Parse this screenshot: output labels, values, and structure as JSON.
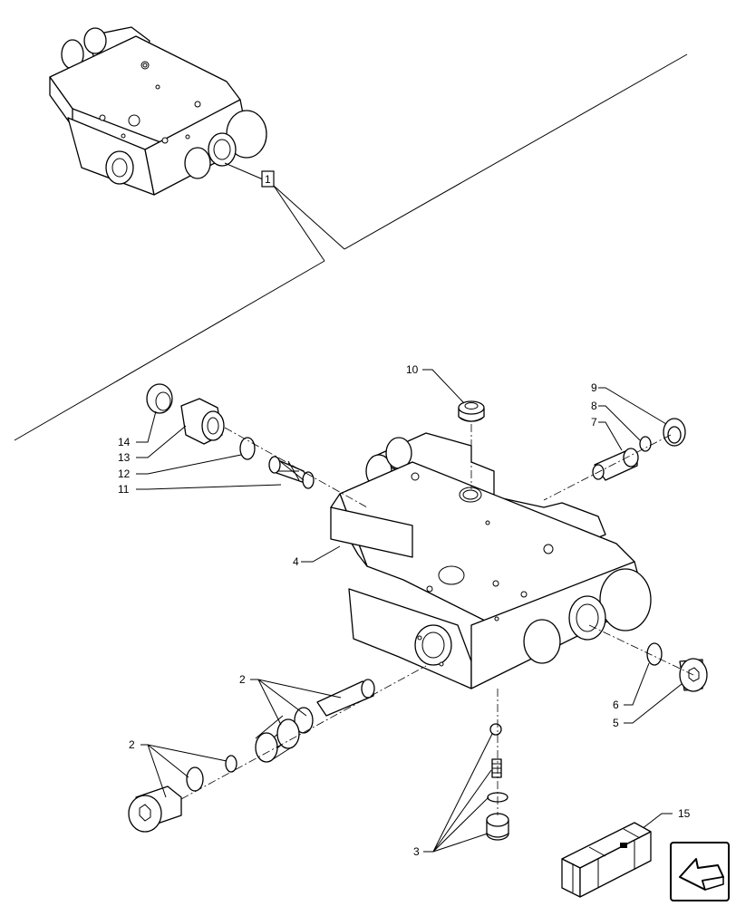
{
  "callout_box": {
    "label": "1"
  },
  "labels": {
    "l2a": "2",
    "l2b": "2",
    "l3": "3",
    "l4": "4",
    "l5": "5",
    "l6": "6",
    "l7": "7",
    "l8": "8",
    "l9": "9",
    "l10": "10",
    "l11": "11",
    "l12": "12",
    "l13": "13",
    "l14": "14",
    "l15": "15"
  },
  "icons": {
    "kit_box": "kit-crate-icon",
    "nav": "back-arrow-icon"
  }
}
